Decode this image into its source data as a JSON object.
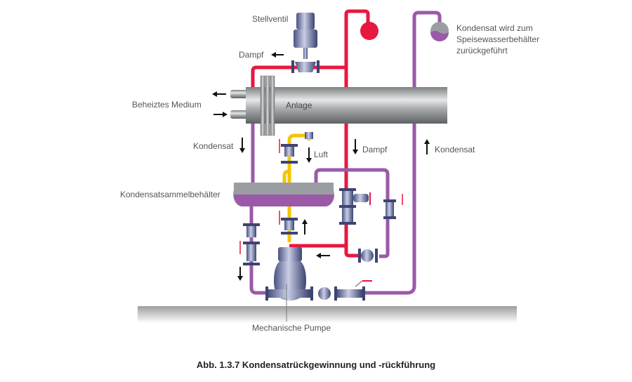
{
  "diagram": {
    "title": "Abb. 1.3.7 Kondensatrückgewinnung und -rückführung",
    "colors": {
      "steam": "#E8173F",
      "condensate": "#9B59A8",
      "air": "#F5C400",
      "equipment": "#8890B8",
      "vessel_gray": "#9A9EA3",
      "floor": "#C8C8C8"
    },
    "labels": {
      "control_valve": "Stellventil",
      "steam_top": "Dampf",
      "heated_medium": "Beheiztes Medium",
      "plant": "Anlage",
      "condensate_left": "Kondensat",
      "air": "Luft",
      "steam_mid": "Dampf",
      "condensate_right": "Kondensat",
      "receiver": "Kondensatsammelbehälter",
      "pump": "Mechanische Pumpe",
      "return_note_line1": "Kondensat wird zum",
      "return_note_line2": "Speisewasserbehälter",
      "return_note_line3": "zurückgeführt"
    }
  }
}
